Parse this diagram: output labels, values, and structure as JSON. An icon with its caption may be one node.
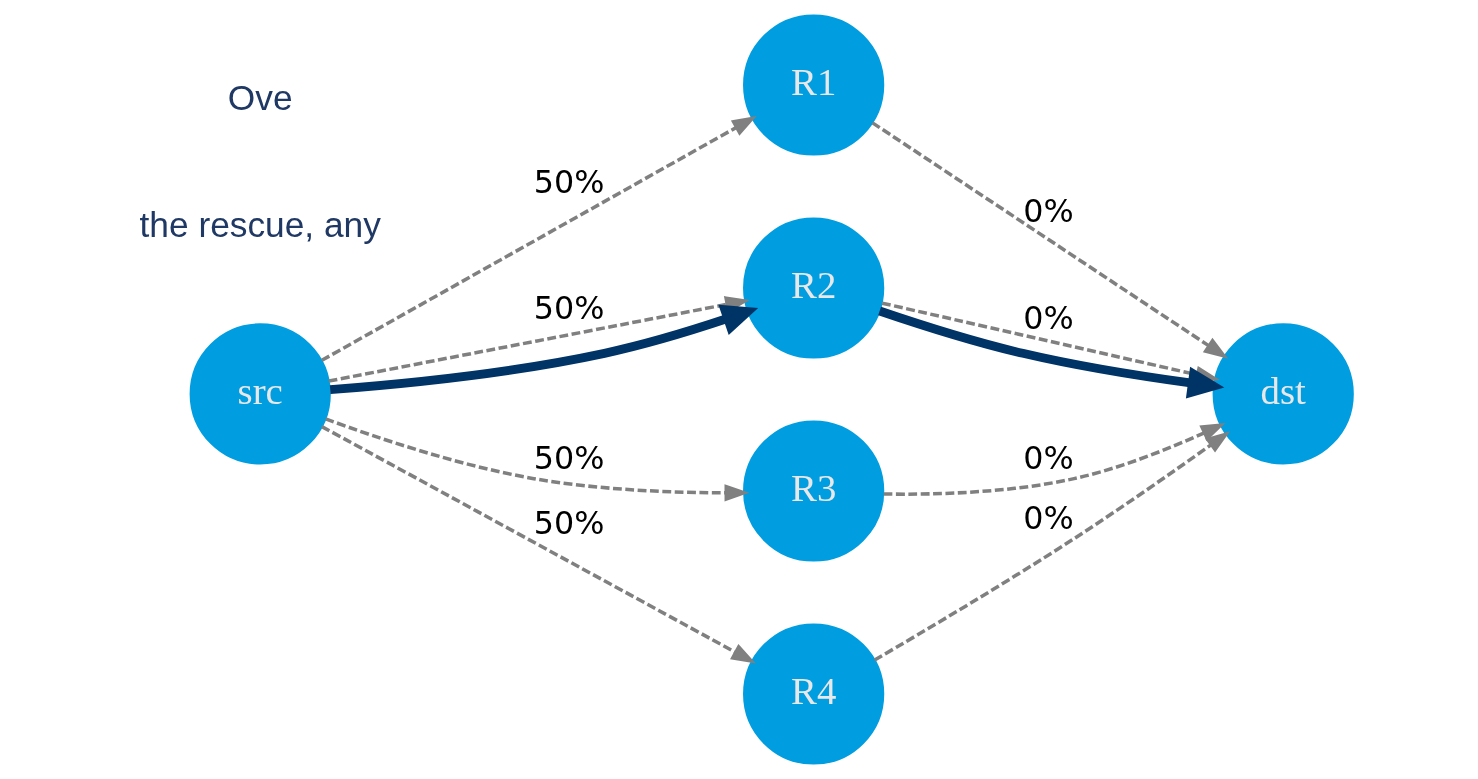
{
  "diagram": {
    "nodes": [
      {
        "text": [
          "src"
        ]
      },
      {
        "text": [
          "R1"
        ]
      },
      {
        "text": [
          "R2"
        ]
      },
      {
        "text": [
          "R3"
        ]
      },
      {
        "text": [
          "R4"
        ]
      },
      {
        "text": [
          "dst"
        ]
      }
    ],
    "edges": [
      {
        "from": 0,
        "to": 1,
        "arrow": "to",
        "label": "50%",
        "style": "dashed"
      },
      {
        "from": 0,
        "to": 2,
        "arrow": "to",
        "label": "50%",
        "style": "dashed"
      },
      {
        "from": 0,
        "to": 2,
        "arrow": "to",
        "style": "thick",
        "color": "#003366"
      },
      {
        "from": 0,
        "to": 3,
        "arrow": "to",
        "label": "50%",
        "style": "dashed"
      },
      {
        "from": 0,
        "to": 4,
        "arrow": "to",
        "label": "50%",
        "style": "dashed"
      },
      {
        "from": 1,
        "to": 5,
        "arrow": "to",
        "label": "0%",
        "style": "dashed"
      },
      {
        "from": 2,
        "to": 5,
        "arrow": "to",
        "label": "0%",
        "style": "dashed"
      },
      {
        "from": 2,
        "to": 5,
        "arrow": "to",
        "style": "thick",
        "color": "#003366"
      },
      {
        "from": 3,
        "to": 5,
        "arrow": "to",
        "label": "0%",
        "style": "dashed"
      },
      {
        "from": 4,
        "to": 5,
        "arrow": "to",
        "label": "0%",
        "style": "dashed"
      }
    ],
    "labels": [
      "the rescue, any",
      "Ove"
    ]
  }
}
